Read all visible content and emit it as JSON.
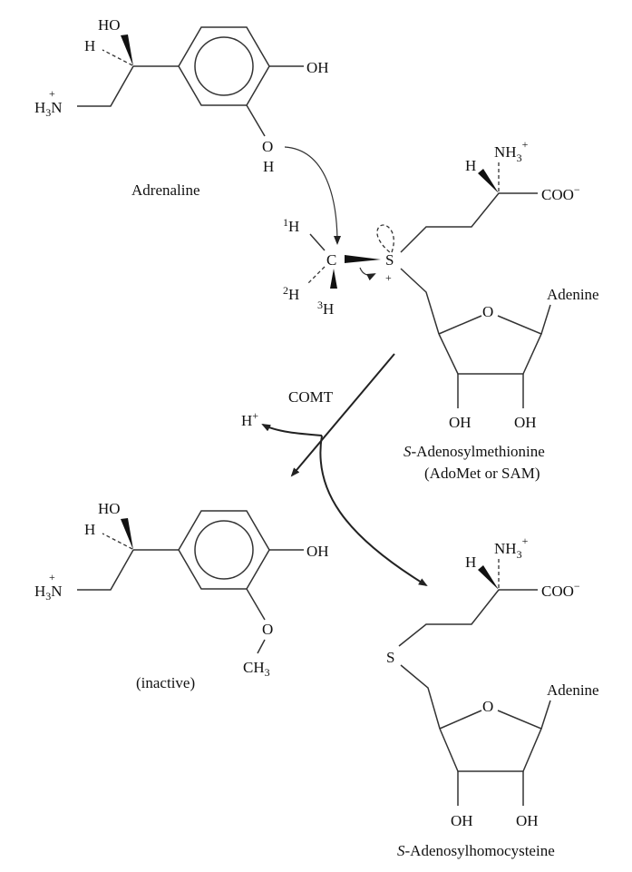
{
  "adrenaline": {
    "name": "Adrenaline",
    "ho": "HO",
    "h": "H",
    "h3n": "H",
    "h3n_sub": "3",
    "h3n_n": "N",
    "plus": "+",
    "oh": "OH",
    "o": "O",
    "oh_h": "H"
  },
  "methyl": {
    "c": "C",
    "h1_sup": "1",
    "h2_sup": "2",
    "h3_sup": "3",
    "h": "H",
    "s": "S",
    "s_charge": "+"
  },
  "sam": {
    "nh3": "NH",
    "sub3": "3",
    "plus": "+",
    "h": "H",
    "coo": "COO",
    "minus": "−",
    "o": "O",
    "adenine": "Adenine",
    "oh2": "OH",
    "oh3": "OH",
    "name_italic": "S",
    "name_rest": "-Adenosylmethionine",
    "abbrev": "(AdoMet or SAM)"
  },
  "reaction": {
    "enzyme": "COMT",
    "proton": "H",
    "proton_charge": "+"
  },
  "product": {
    "ho": "HO",
    "h": "H",
    "h3n": "H",
    "h3n_sub": "3",
    "h3n_n": "N",
    "plus": "+",
    "oh": "OH",
    "o": "O",
    "ch3": "CH",
    "ch3_sub": "3",
    "label": "(inactive)"
  },
  "sah": {
    "s": "S",
    "nh3": "NH",
    "sub3": "3",
    "plus": "+",
    "h": "H",
    "coo": "COO",
    "minus": "−",
    "o": "O",
    "adenine": "Adenine",
    "oh2": "OH",
    "oh3": "OH",
    "name_italic": "S",
    "name_rest": "-Adenosylhomocysteine"
  }
}
